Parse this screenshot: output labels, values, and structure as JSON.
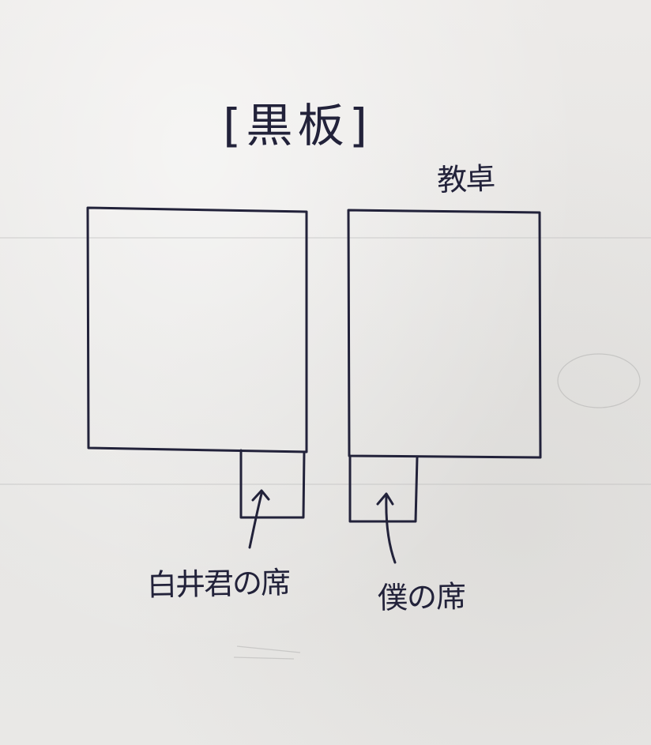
{
  "diagram": {
    "title": "[黒板]",
    "teacher_desk_label": "教卓",
    "shirai_seat_label": "白井君の席",
    "my_seat_label": "僕の席"
  },
  "colors": {
    "ink": "#22223a",
    "paper": "#e9e8e6"
  }
}
